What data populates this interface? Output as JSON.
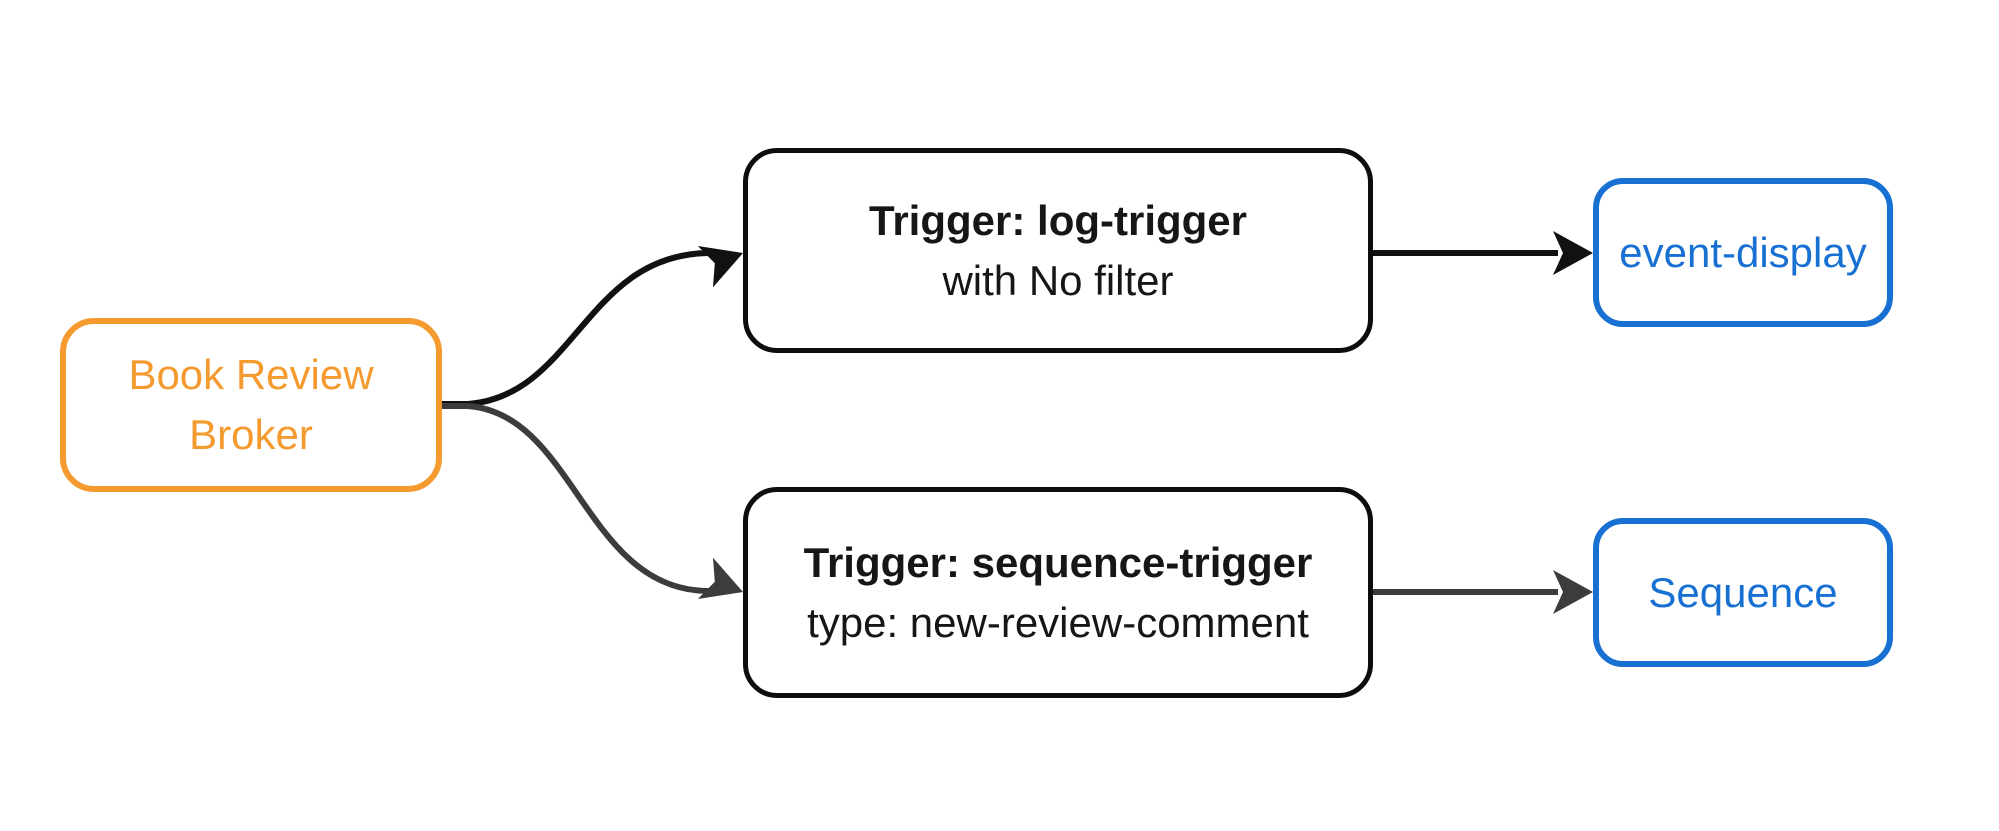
{
  "diagram": {
    "type": "flowchart",
    "direction": "left-to-right",
    "background": "#ffffff"
  },
  "colors": {
    "broker_orange": "#F49A2E",
    "trigger_border": "#0D0D0D",
    "trigger_text": "#161616",
    "destination_blue": "#1770D2",
    "edge_primary": "#111111",
    "edge_secondary": "#3C3C3C"
  },
  "nodes": {
    "broker": {
      "label": "Book Review Broker",
      "line1": "Book Review",
      "line2": "Broker"
    },
    "trigger_log": {
      "title": "Trigger: log-trigger",
      "subtitle": "with No filter"
    },
    "trigger_sequence": {
      "title": "Trigger: sequence-trigger",
      "subtitle": "type: new-review-comment"
    },
    "event_display": {
      "label": "event-display"
    },
    "sequence": {
      "label": "Sequence"
    }
  },
  "edges": [
    {
      "from": "Book Review Broker",
      "to": "Trigger: log-trigger"
    },
    {
      "from": "Book Review Broker",
      "to": "Trigger: sequence-trigger"
    },
    {
      "from": "Trigger: log-trigger",
      "to": "event-display"
    },
    {
      "from": "Trigger: sequence-trigger",
      "to": "Sequence"
    }
  ]
}
